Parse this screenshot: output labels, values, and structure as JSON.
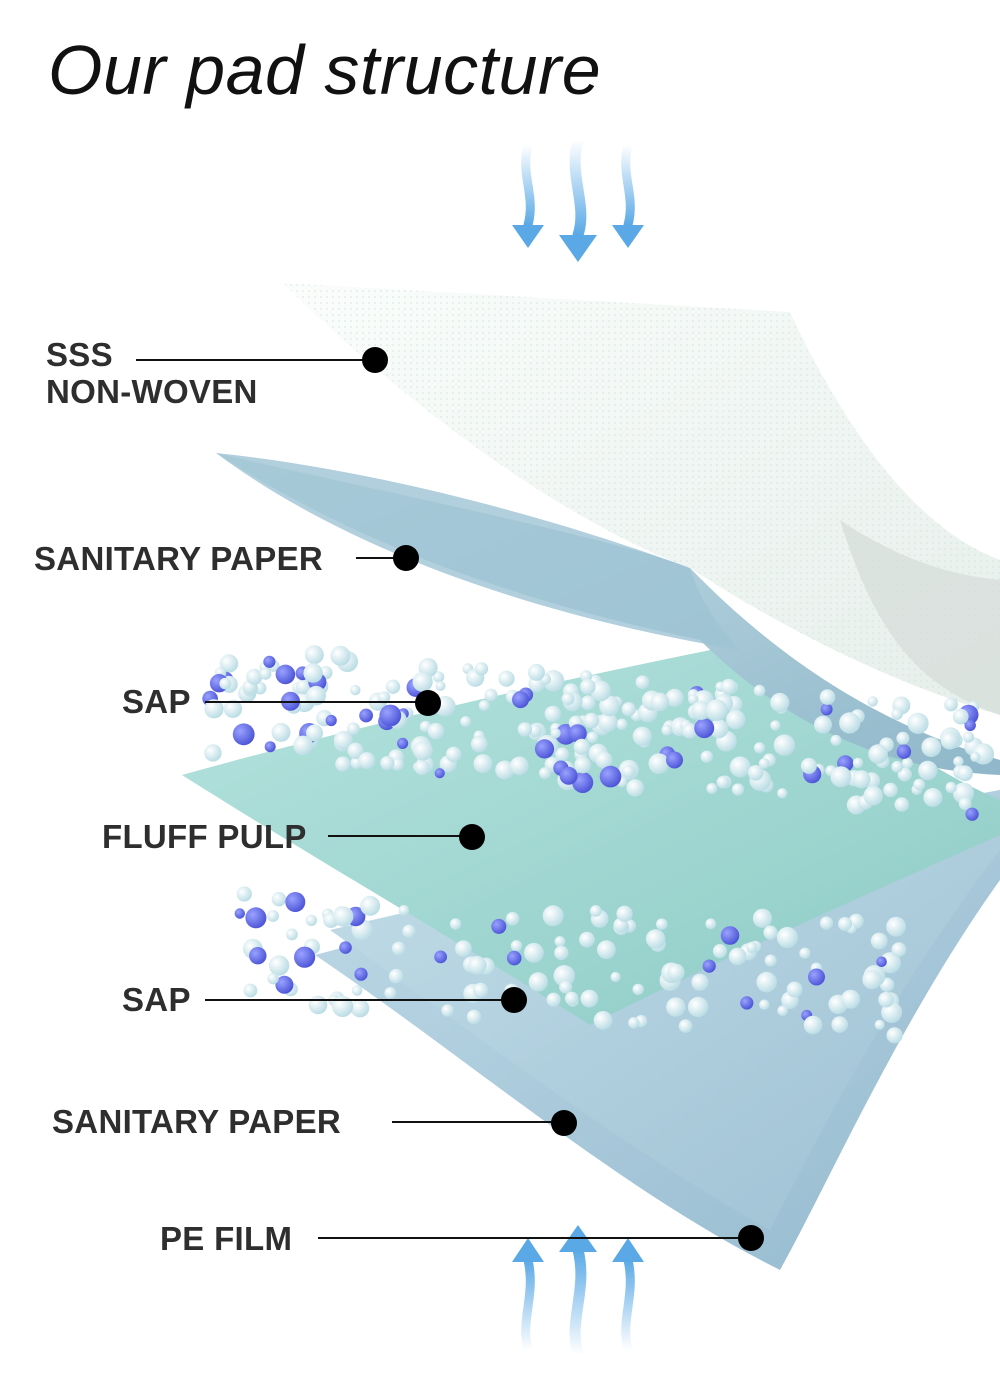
{
  "title": "Our pad structure",
  "layers": [
    {
      "lines": [
        "SSS",
        "NON-WOVEN"
      ]
    },
    {
      "lines": [
        "SANITARY PAPER"
      ]
    },
    {
      "lines": [
        "SAP"
      ]
    },
    {
      "lines": [
        "FLUFF PULP"
      ]
    },
    {
      "lines": [
        "SAP"
      ]
    },
    {
      "lines": [
        "SANITARY PAPER"
      ]
    },
    {
      "lines": [
        "PE FILM"
      ]
    }
  ],
  "colors": {
    "text": "#2e2e2e",
    "arrow": "#5aa9e6",
    "nonwoven": "#f1f6f3",
    "sanitary_paper": "#a9cdd9",
    "fluff_pulp": "#9dd5cf",
    "pe_film": "#a9c8dc",
    "sap_bead_light": "#dff1f4",
    "sap_bead_accent": "#5660e6"
  },
  "icons": [
    "arrow-down-icon",
    "arrow-up-icon"
  ]
}
